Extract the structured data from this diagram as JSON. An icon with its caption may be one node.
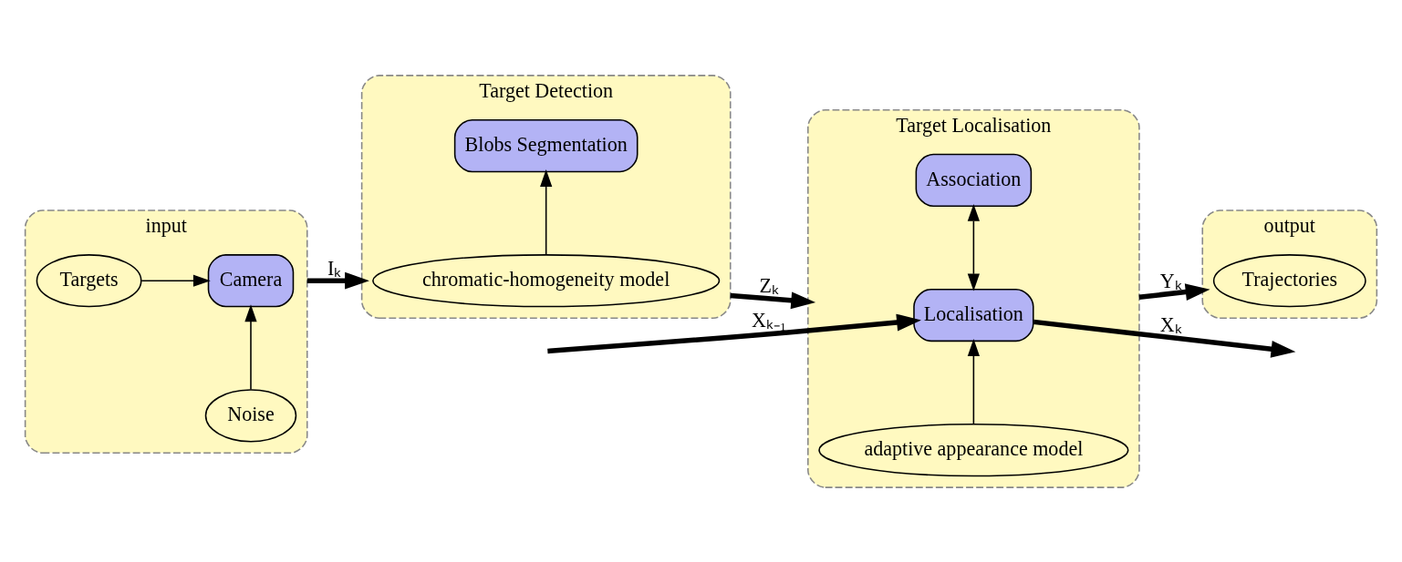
{
  "diagram": {
    "nodes": [
      {
        "text": [
          "input"
        ]
      },
      {
        "text": [
          "Targets"
        ],
        "in": 0
      },
      {
        "text": [
          "Camera"
        ],
        "in": 0
      },
      {
        "text": [
          "Noise"
        ],
        "in": 0
      },
      {
        "text": [
          "Target Detection"
        ]
      },
      {
        "text": [
          "chromatic-homogeneity model"
        ],
        "in": 4
      },
      {
        "text": [
          "Blobs Segmentation"
        ],
        "in": 4
      },
      {
        "text": [
          "Target Localisation"
        ]
      },
      {
        "text": [
          "adaptive appearance model"
        ],
        "in": 7
      },
      {
        "text": [
          "Localisation"
        ],
        "in": 7
      },
      {
        "text": [
          "Association"
        ],
        "in": 7
      },
      {
        "text": [
          "output"
        ]
      },
      {
        "text": [
          "Trajectories"
        ],
        "in": 11
      }
    ],
    "edges": [
      {
        "from": 1,
        "to": 2,
        "arrow": "to"
      },
      {
        "from": 3,
        "to": 2,
        "arrow": "to"
      },
      {
        "from": 0,
        "to": 4,
        "arrow": "to",
        "label": "Iₖ",
        "style": "thick"
      },
      {
        "from": 5,
        "to": 6,
        "arrow": "to"
      },
      {
        "from": 4,
        "to": 7,
        "arrow": "to",
        "label": "Zₖ",
        "style": "thick"
      },
      {
        "from": 8,
        "to": 9,
        "arrow": "to"
      },
      {
        "from": null,
        "to": 9,
        "arrow": "to",
        "label": "Xₖ₋₁",
        "style": "thick"
      },
      {
        "from": 9,
        "to": null,
        "arrow": "to",
        "label": "Xₖ",
        "style": "thick"
      },
      {
        "from": 9,
        "to": 10,
        "arrow": "both"
      },
      {
        "from": 7,
        "to": 11,
        "arrow": "to",
        "label": "Yₖ",
        "style": "thick"
      }
    ]
  }
}
